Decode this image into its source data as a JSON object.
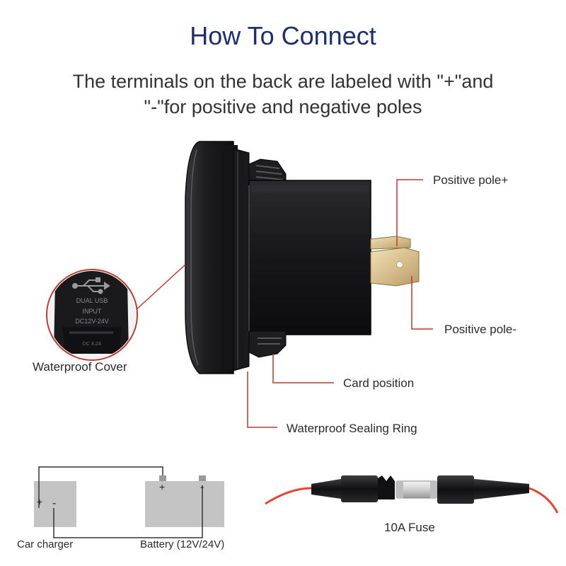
{
  "title": "How To Connect",
  "subtitle_line1": "The terminals on the back are labeled with \"+\"and",
  "subtitle_line2": "\"-\"for positive and negative poles",
  "labels": {
    "positive_pole_plus": "Positive pole+",
    "positive_pole_minus": "Positive pole-",
    "waterproof_cover": "Waterproof Cover",
    "card_position": "Card position",
    "waterproof_sealing_ring": "Waterproof Sealing Ring",
    "car_charger": "Car charger",
    "battery": "Battery (12V/24V)",
    "fuse": "10A Fuse"
  },
  "inset_text": {
    "line1": "DUAL USB",
    "line2": "INPUT",
    "line3": "DC12V-24V",
    "line4": "DC 4.2A"
  },
  "terminal_marks": {
    "charger_plus": "+",
    "charger_minus": "-",
    "battery_plus": "+",
    "battery_minus": "-"
  },
  "colors": {
    "title": "#1f2f6b",
    "leader_line": "#c0392b",
    "housing": "#1c1c1e",
    "wire": "#e8432e",
    "block_gray": "#c4c4c4"
  },
  "icons": {
    "usb": "usb-icon"
  }
}
